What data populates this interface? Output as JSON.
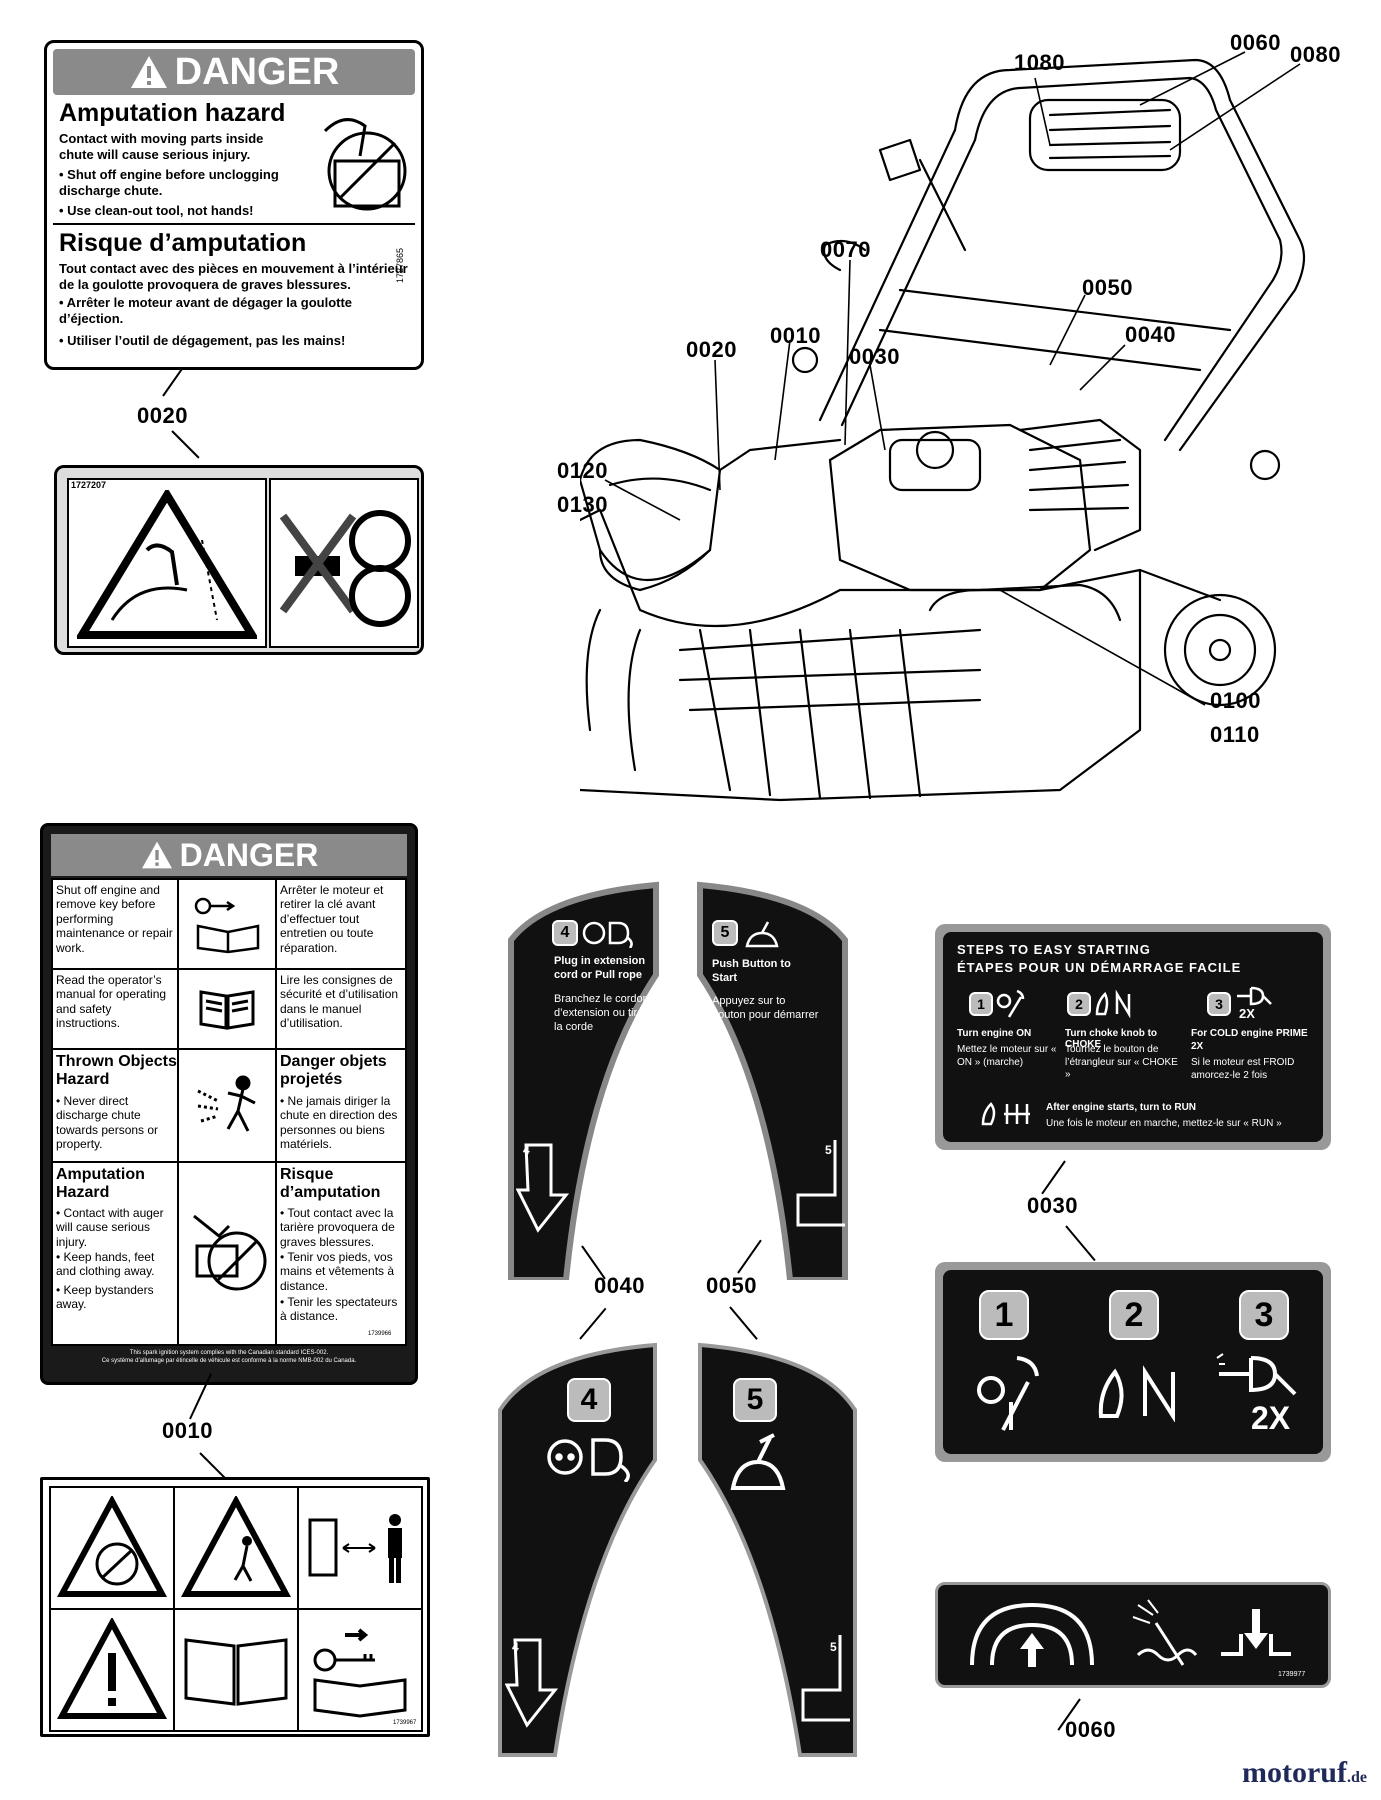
{
  "callouts": {
    "c0060": "0060",
    "c0080": "0080",
    "c1080": "1080",
    "c0070": "0070",
    "c0050": "0050",
    "c0040": "0040",
    "c0010": "0010",
    "c0030": "0030",
    "c0020": "0020",
    "c0120": "0120",
    "c0130": "0130",
    "c0100": "0100",
    "c0110": "0110",
    "l0020": "0020",
    "l0010": "0010",
    "l0030": "0030",
    "l0040": "0040",
    "l0050": "0050",
    "l0060": "0060"
  },
  "danger1": {
    "header": "DANGER",
    "en_title": "Amputation hazard",
    "en_text": "Contact with moving parts inside chute will cause serious injury.",
    "en_b1": "• Shut off engine before unclogging discharge chute.",
    "en_b2": "• Use clean-out tool, not hands!",
    "fr_title": "Risque d’amputation",
    "fr_text": "Tout contact avec des pièces en mouvement à l’intérieur de la goulotte provoquera de graves blessures.",
    "fr_b1": "• Arrêter le moteur avant de dégager la goulotte d’éjection.",
    "fr_b2": "• Utiliser l’outil de dégagement, pas les mains!",
    "code": "1727865"
  },
  "label0020": {
    "code": "1727207"
  },
  "danger2": {
    "header": "DANGER",
    "r1_en": "Shut off engine and remove key before performing maintenance or repair work.",
    "r1_fr": "Arrêter le moteur et retirer la clé avant d’effectuer tout entretien ou toute réparation.",
    "r2_en": "Read the operator’s manual for operating and safety instructions.",
    "r2_fr": "Lire les consignes de sécurité et d’utilisation dans le manuel d’utilisation.",
    "r3_en_title": "Thrown Objects Hazard",
    "r3_en": "• Never direct discharge chute towards persons or property.",
    "r3_fr_title": "Danger objets projetés",
    "r3_fr": "• Ne jamais diriger la chute en direction des personnes ou biens matériels.",
    "r4_en_title": "Amputation Hazard",
    "r4_en_b1": "• Contact with auger will cause serious injury.",
    "r4_en_b2": "• Keep hands, feet and clothing away.",
    "r4_en_b3": "• Keep bystanders away.",
    "r4_fr_title": "Risque d’amputation",
    "r4_fr_b1": "• Tout contact avec la tarière provoquera de graves blessures.",
    "r4_fr_b2": "• Tenir vos pieds, vos mains et vêtements à distance.",
    "r4_fr_b3": "• Tenir les spectateurs à distance.",
    "code": "1739966",
    "footer1": "This spark ignition system complies with the Canadian standard ICES-002.",
    "footer2": "Ce système d’allumage par étincelle de véhicule est conforme à la norme NMB-002 du Canada."
  },
  "label0010": {
    "code": "1739967"
  },
  "label0040top": {
    "num": "4",
    "en": "Plug in extension cord or Pull rope",
    "fr": "Branchez le cordon d’extension ou tirer la corde",
    "arrow_num": "4"
  },
  "label0050top": {
    "num": "5",
    "en": "Push Button to Start",
    "fr": "Appuyez sur to bouton pour démarrer",
    "arrow_num": "5"
  },
  "steps": {
    "title_en": "STEPS TO EASY STARTING",
    "title_fr": "ÉTAPES POUR UN DÉMARRAGE FACILE",
    "s1_num": "1",
    "s1_en": "Turn engine ON",
    "s1_fr": "Mettez le moteur sur « ON » (marche)",
    "s2_num": "2",
    "s2_en": "Turn choke knob to CHOKE",
    "s2_fr": "Tournez le bouton de l’étrangleur sur « CHOKE »",
    "s3_num": "3",
    "s3_badge": "2X",
    "s3_en": "For COLD engine PRIME 2X",
    "s3_fr": "Si le moteur est FROID amorcez-le 2 fois",
    "run_en": "After engine starts, turn to RUN",
    "run_fr": "Une fois le moteur en marche, mettez-le sur « RUN »"
  },
  "steps_simple": {
    "n1": "1",
    "n2": "2",
    "n3": "3",
    "badge": "2X"
  },
  "label0040bot": {
    "num": "4",
    "arrow_num": "4"
  },
  "label0050bot": {
    "num": "5",
    "arrow_num": "5"
  },
  "label0060": {
    "code": "1739977"
  },
  "brand": {
    "name": "motoruf",
    "tld": ".de"
  }
}
